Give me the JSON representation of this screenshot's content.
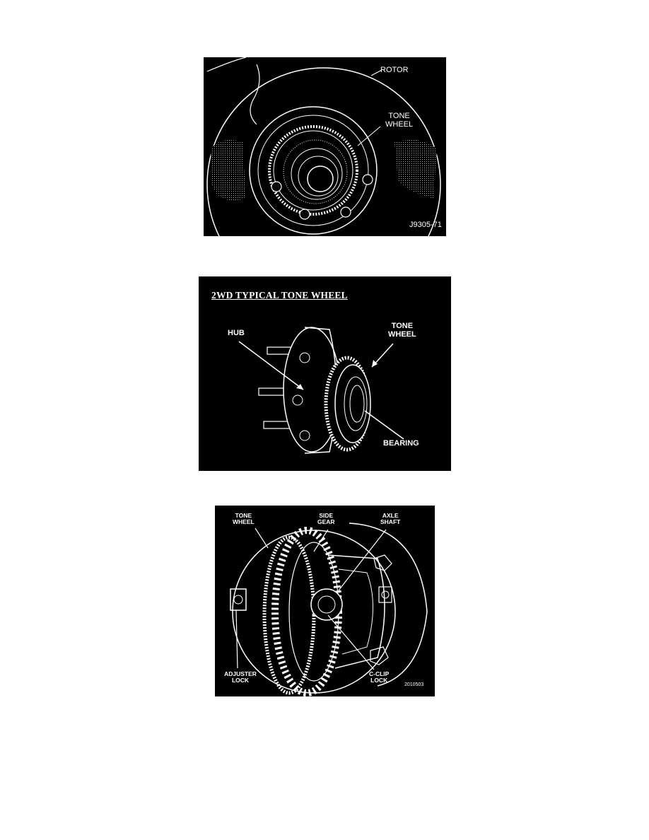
{
  "figures": [
    {
      "labels": {
        "rotor": "ROTOR",
        "tone_wheel": "TONE\nWHEEL",
        "code": "J9305-71"
      },
      "icon": "rotor-tone-wheel-illustration"
    },
    {
      "title": "2WD TYPICAL TONE WHEEL",
      "labels": {
        "hub": "HUB",
        "tone_wheel": "TONE\nWHEEL",
        "bearing": "BEARING"
      },
      "icon": "hub-tone-wheel-illustration"
    },
    {
      "labels": {
        "tone_wheel": "TONE\nWHEEL",
        "side_gear": "SIDE\nGEAR",
        "axle_shaft": "AXLE\nSHAFT",
        "adjuster_lock": "ADJUSTER\nLOCK",
        "c_clip_lock": "C-CLIP\nLOCK",
        "code": "2010503"
      },
      "icon": "differential-tone-wheel-illustration"
    }
  ],
  "colors": {
    "figure_bg": "#000000",
    "line": "#ffffff",
    "page_bg": "#ffffff"
  }
}
